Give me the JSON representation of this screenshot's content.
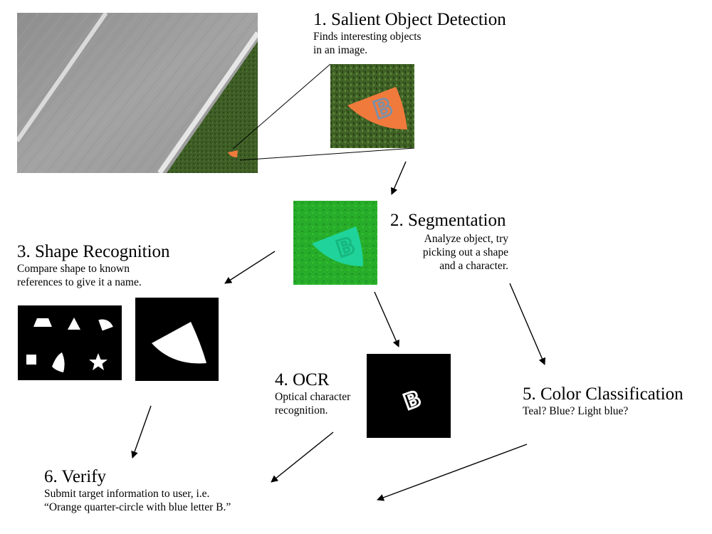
{
  "steps": {
    "s1": {
      "title": "1. Salient Object Detection",
      "desc_lines": [
        "Finds interesting objects",
        "in an image."
      ]
    },
    "s2": {
      "title": "2. Segmentation",
      "desc_lines": [
        "Analyze object, try",
        "picking out a shape",
        "and a character."
      ]
    },
    "s3": {
      "title": "3. Shape Recognition",
      "desc_lines": [
        "Compare shape to known",
        "references to give it a name."
      ]
    },
    "s4": {
      "title": "4. OCR",
      "desc_lines": [
        "Optical character",
        "recognition."
      ]
    },
    "s5": {
      "title": "5. Color Classification",
      "desc_lines": [
        "Teal? Blue? Light blue?"
      ]
    },
    "s6": {
      "title": "6. Verify",
      "desc_lines": [
        "Submit target information to user, i.e.",
        "“Orange quarter-circle with blue letter B.”"
      ]
    }
  },
  "images": {
    "aerial": "aerial-runway-photo",
    "crop": "orange-target-crop",
    "segmented": "segmented-target",
    "shape_refs": "reference-shapes",
    "shape_mask": "shape-mask",
    "char_mask": "character-mask"
  },
  "target_letter": "B",
  "colors": {
    "target_orange": "#f07a3c",
    "letter_blue": "#7d8fa6",
    "seg_green": "#24a828",
    "seg_teal": "#1fd39a",
    "grass": "#3a5a22",
    "runway": "#9c9c9c"
  }
}
